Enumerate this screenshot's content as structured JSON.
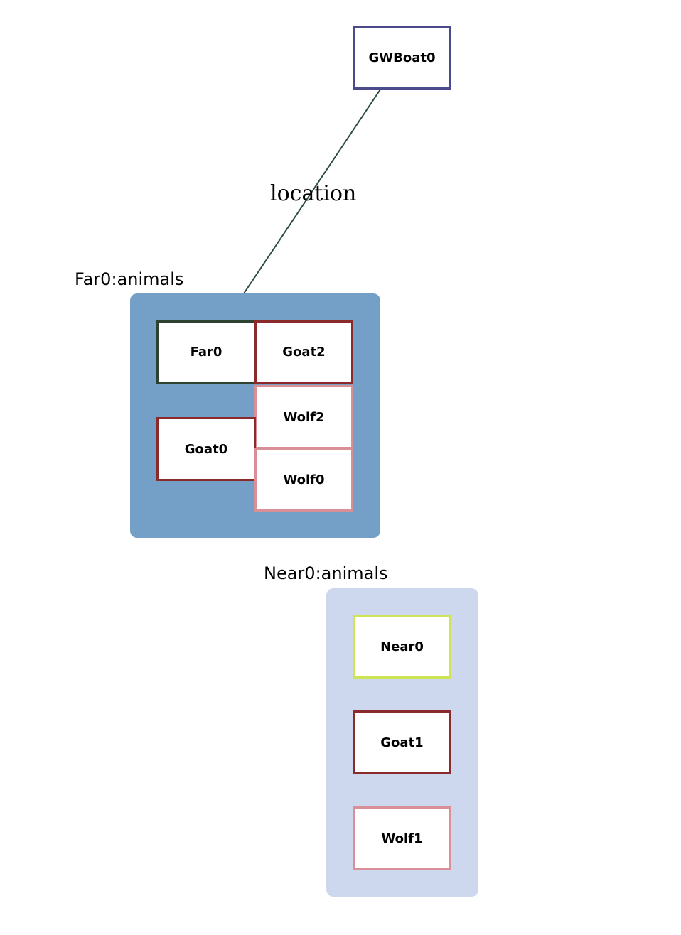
{
  "nodes": {
    "gwboat0": "GWBoat0",
    "far0": "Far0",
    "goat2": "Goat2",
    "wolf2": "Wolf2",
    "goat0": "Goat0",
    "wolf0": "Wolf0",
    "near0": "Near0",
    "goat1": "Goat1",
    "wolf1": "Wolf1"
  },
  "groups": {
    "far": "Far0:animals",
    "near": "Near0:animals"
  },
  "edges": [
    {
      "from": "GWBoat0",
      "to": "Far0",
      "label": "location"
    }
  ],
  "colors": {
    "far_group_fill": "#749fc6",
    "near_group_fill": "#cdd8ee",
    "boat_border": "#4b4a8a",
    "far_border": "#2e4230",
    "goat_border": "#8b2a2a",
    "wolf_border": "#d98f96",
    "near_border": "#cde455",
    "edge_color": "#2e4a44"
  }
}
